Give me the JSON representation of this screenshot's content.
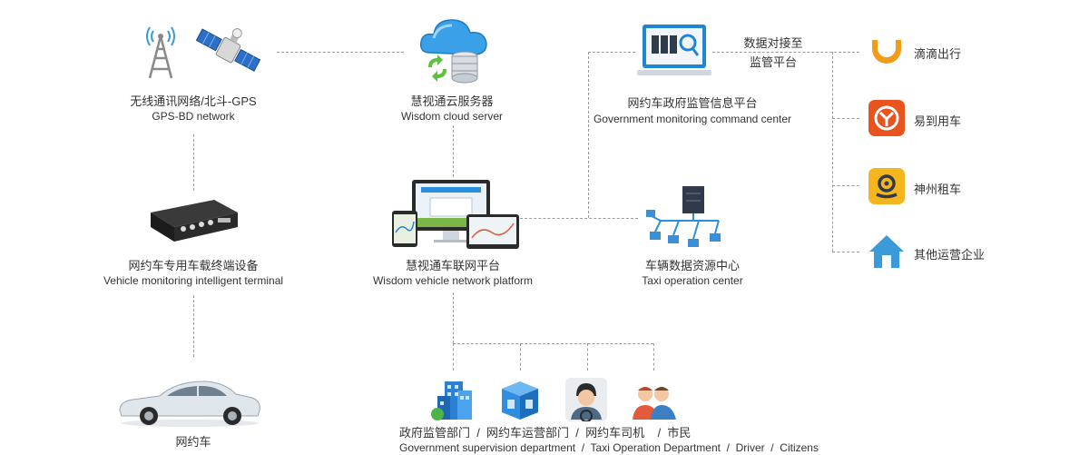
{
  "nodes": {
    "gps": {
      "title_cn": "无线通讯网络/北斗-GPS",
      "title_en": "GPS-BD network"
    },
    "cloud": {
      "title_cn": "慧视通云服务器",
      "title_en": "Wisdom cloud server"
    },
    "gov": {
      "title_cn": "网约车政府监管信息平台",
      "title_en": "Government monitoring command center"
    },
    "data_link": {
      "line1": "数据对接至",
      "line2": "监管平台"
    },
    "terminal": {
      "title_cn": "网约车专用车载终端设备",
      "title_en": "Vehicle monitoring intelligent terminal"
    },
    "platform": {
      "title_cn": "慧视通车联网平台",
      "title_en": "Wisdom vehicle network platform"
    },
    "taxi_center": {
      "title_cn": "车辆数据资源中心",
      "title_en": "Taxi operation center"
    },
    "car": {
      "title_cn": "网约车"
    }
  },
  "services": [
    {
      "label": "滴滴出行",
      "icon": "didi-icon",
      "color": "#f29b18"
    },
    {
      "label": "易到用车",
      "icon": "yidao-icon",
      "color": "#e8531e"
    },
    {
      "label": "神州租车",
      "icon": "shenzhou-icon",
      "color": "#f5b51c"
    },
    {
      "label": "其他运营企业",
      "icon": "house-icon",
      "color": "#3b9ad9"
    }
  ],
  "legend": {
    "cn": "政府监管部门  /  网约车运营部门  /  网约车司机    /  市民",
    "en": "Government supervision department  /  Taxi Operation Department  /  Driver  /  Citizens"
  },
  "colors": {
    "line": "#9a9a9a",
    "accent_blue": "#2b8fe0",
    "dark": "#2f3b4a"
  }
}
